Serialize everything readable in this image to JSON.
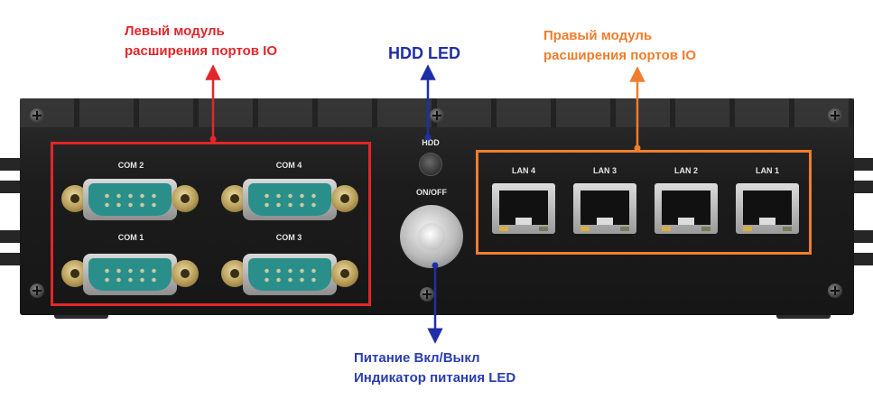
{
  "callouts": {
    "left_module": [
      "Левый модуль",
      "расширения портов IO"
    ],
    "right_module": [
      "Правый модуль",
      "расширения портов IO"
    ],
    "hdd_led": "HDD LED",
    "power": [
      "Питание Вкл/Выкл",
      "Индикатор питания LED"
    ]
  },
  "panel": {
    "hdd_label": "HDD",
    "onoff_label": "ON/OFF",
    "com_ports": [
      "COM 2",
      "COM 4",
      "COM 1",
      "COM 3"
    ],
    "lan_ports": [
      "LAN 4",
      "LAN 3",
      "LAN 2",
      "LAN 1"
    ]
  },
  "colors": {
    "left_module": "#e3262a",
    "right_module": "#f07d2d",
    "hdd_led": "#1f2fa8",
    "power": "#2b3cb0",
    "chassis": "#1c1c1c"
  }
}
